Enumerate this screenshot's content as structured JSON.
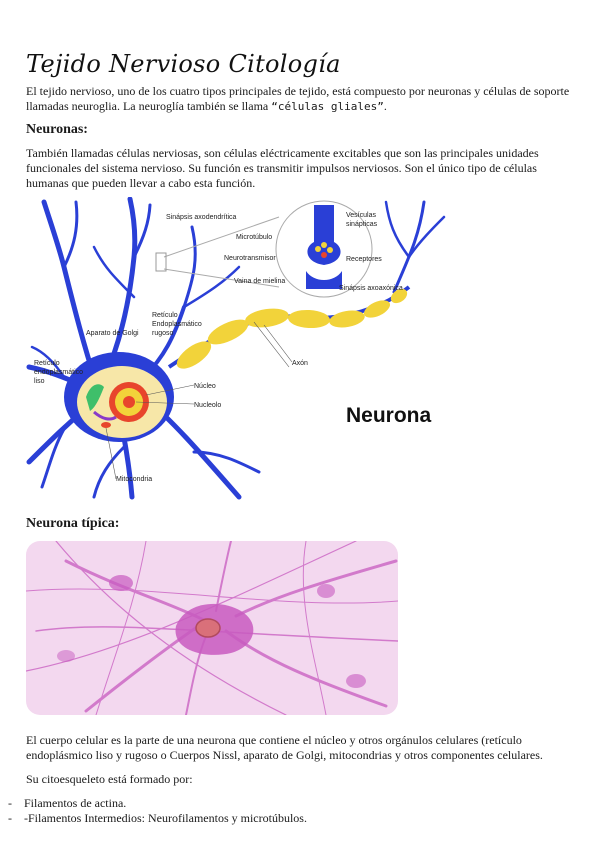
{
  "title": "Tejido Nervioso Citología",
  "intro": {
    "line1": "El tejido nervioso, uno de los cuatro tipos principales de tejido, está compuesto por neuronas y células de soporte",
    "line2_start": "llamadas neuroglia. La neuroglía también se llama ",
    "line2_quoted": "“células gliales”",
    "line2_end": "."
  },
  "neuronas_heading": "Neuronas:",
  "neuronas_text": {
    "line1": "También llamadas células nerviosas, son células eléctricamente excitables que son las principales unidades",
    "line2": "funcionales del sistema nervioso. Su función es transmitir impulsos nerviosos. Son el único tipo de células",
    "line3": "humanas que pueden llevar a cabo esta función."
  },
  "diagram": {
    "big_label": "Neurona",
    "labels": {
      "sinapsis_axodendritica": "Sinápsis axodendrítica",
      "vesiculas": "Vesículas",
      "sinapticas": "sinápticas",
      "microtubulo": "Microtúbulo",
      "neurotransmisor": "Neurotransmisor",
      "receptores": "Receptores",
      "vaina": "Vaina de mielina",
      "sinapsis_axoaxonica": "Sinápsis axoaxónica",
      "aparato_golgi": "Aparato de Golgi",
      "reticulo_rugoso_1": "Retículo",
      "reticulo_rugoso_2": "Endoplasmático",
      "reticulo_rugoso_3": "rugoso",
      "reticulo_liso_1": "Retículo",
      "reticulo_liso_2": "endoplasmático",
      "reticulo_liso_3": "liso",
      "axon": "Axón",
      "nucleo": "Núcleo",
      "nucleolo": "Nucleolo",
      "mitocondria": "Mitocondria"
    },
    "colors": {
      "neuron": "#2a3fd6",
      "myelin": "#f2d33a",
      "nucleus": "#e8452c",
      "soma": "#f7e7a8"
    }
  },
  "tipica_heading": "Neurona típica:",
  "photo": {
    "colors": {
      "bg": "#f3d8ef",
      "cell": "#c85bc0",
      "nucleus": "#d9707a"
    }
  },
  "cuerpo_text": {
    "line1": "El cuerpo celular es la parte de una neurona que contiene el núcleo y otros orgánulos celulares (retículo",
    "line2": "endoplásmico liso y rugoso o Cuerpos Nissl, aparato de Golgi, mitocondrias y otros componentes celulares."
  },
  "citoesqueleto": "Su citoesqueleto está formado por:",
  "list": [
    {
      "dash": "-",
      "text": "Filamentos de actina."
    },
    {
      "dash": "-",
      "text": "-Filamentos Intermedios: Neurofilamentos y microtúbulos."
    }
  ]
}
